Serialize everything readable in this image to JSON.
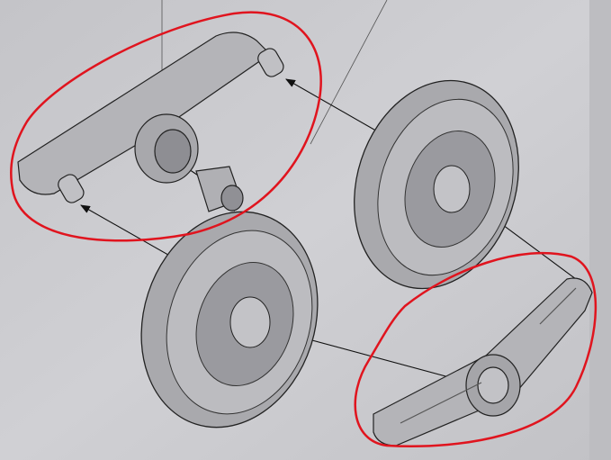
{
  "colors": {
    "paper": "#cfcfd3",
    "part_fill": "#b9b9bd",
    "part_dark": "#8e8e93",
    "outline": "#2a2a2e",
    "annotation": "#e0141e"
  },
  "parts": {
    "top_arm": "upper-bracket",
    "bottom_arm": "lower-bracket",
    "wheels": 2,
    "spacer": "bushing"
  }
}
